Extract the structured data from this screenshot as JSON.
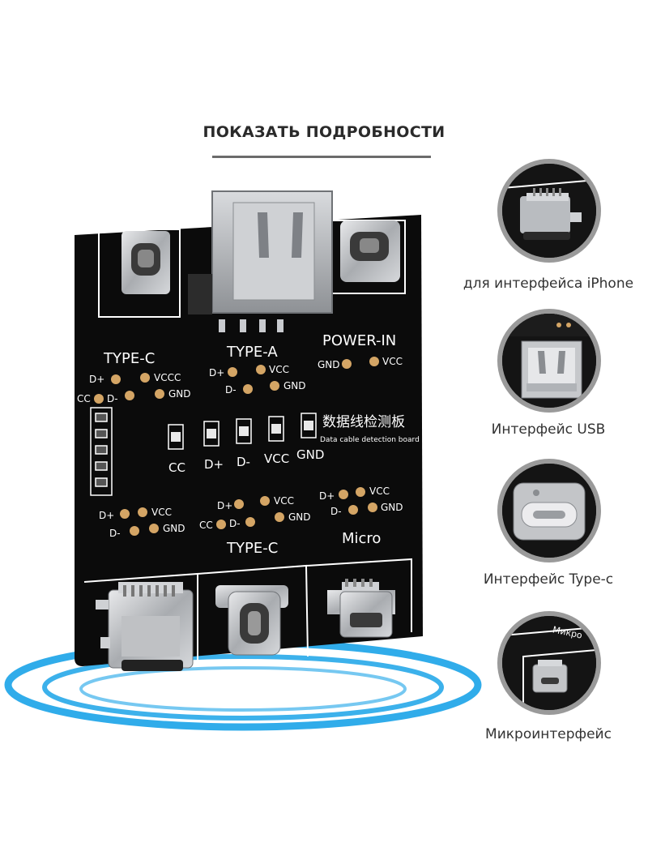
{
  "header": {
    "title": "ПОКАЗАТЬ ПОДРОБНОСТИ"
  },
  "board": {
    "type_c_top": "TYPE-C",
    "type_a": "TYPE-A",
    "power_in": "POWER-IN",
    "type_c_bottom": "TYPE-C",
    "micro": "Micro",
    "chinese_title": "数据线检测板",
    "subtitle": "Data cable detection board",
    "pins": {
      "d_plus": "D+",
      "d_minus": "D-",
      "cc": "CC",
      "vcc": "VCC",
      "gnd": "GND",
      "vcc_typo": "VCCC"
    },
    "leds": [
      "CC",
      "D+",
      "D-",
      "VCC",
      "GND"
    ]
  },
  "callouts": [
    {
      "label": "для интерфейса iPhone",
      "icon": "lightning-port-icon"
    },
    {
      "label": "Интерфейс USB",
      "icon": "usb-a-port-icon"
    },
    {
      "label": "Интерфейс Type-c",
      "icon": "usb-c-port-icon"
    },
    {
      "label": "Микроинтерфейс",
      "icon": "micro-usb-port-icon",
      "zoom_text": "Микро"
    }
  ],
  "colors": {
    "board": "#0b0b0b",
    "ring": "#1aa3e8",
    "pad": "#d4a565",
    "metal": "#b9bcc0"
  }
}
